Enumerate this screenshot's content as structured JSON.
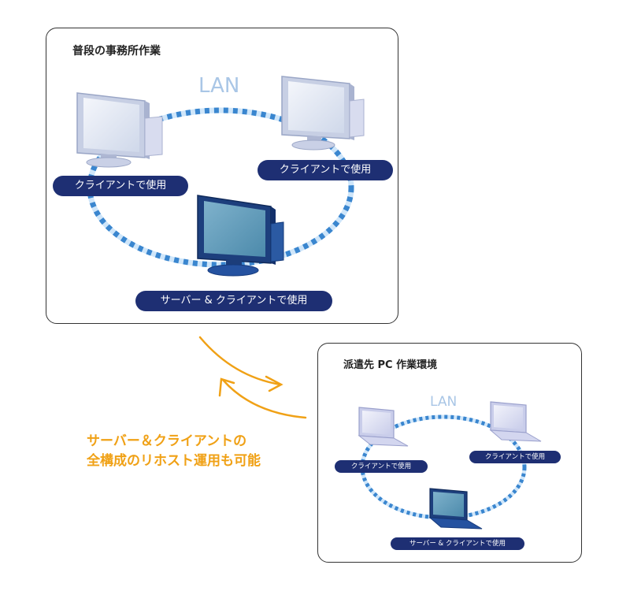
{
  "office": {
    "title": "普段の事務所作業",
    "lan": "LAN",
    "client_left": "クライアントで使用",
    "client_right": "クライアントで使用",
    "server": "サーバー & クライアントで使用"
  },
  "remote": {
    "title": "派遣先 PC 作業環境",
    "lan": "LAN",
    "client_left": "クライアントで使用",
    "client_right": "クライアントで使用",
    "server": "サーバー & クライアントで使用"
  },
  "caption": {
    "line1": "サーバー＆クライアントの",
    "line2": "全構成のリホスト運用も可能"
  },
  "colors": {
    "accent_orange": "#f0a116",
    "pill_navy": "#1e2f73",
    "lan_stripe_dark": "#3a86cf",
    "lan_stripe_light": "#cfe6fa"
  }
}
